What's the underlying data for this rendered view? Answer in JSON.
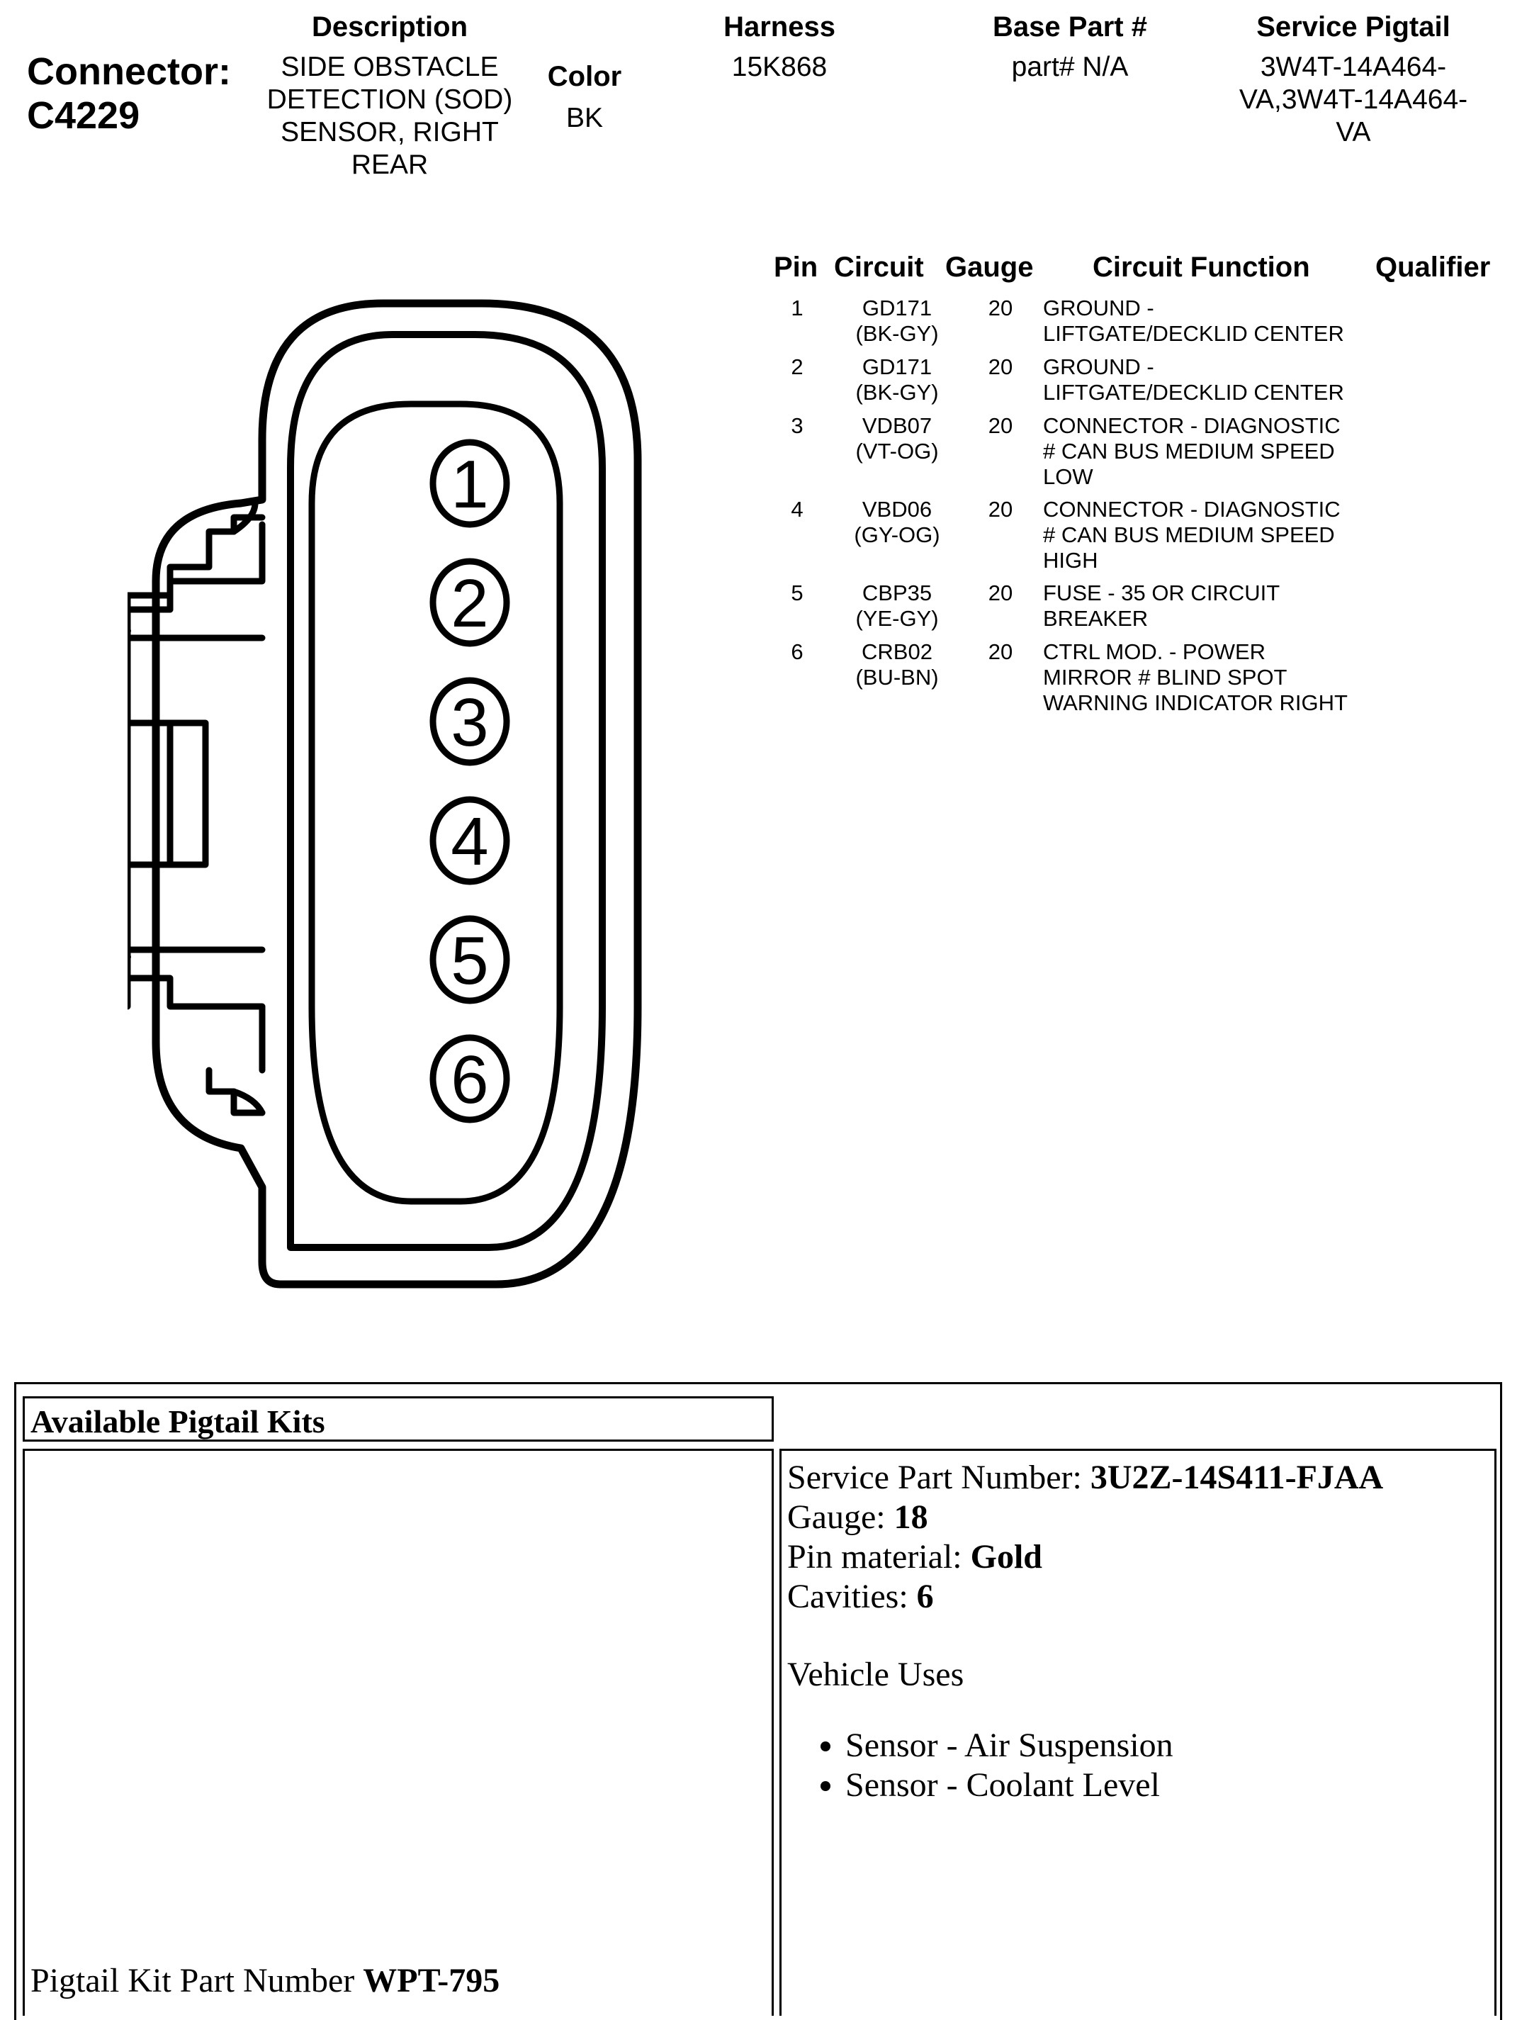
{
  "connector": {
    "label": "Connector:",
    "id": "C4229"
  },
  "headers": {
    "description": "Description",
    "color": "Color",
    "harness": "Harness",
    "base_part": "Base Part #",
    "service_pigtail": "Service Pigtail"
  },
  "values": {
    "description_lines": [
      "SIDE OBSTACLE",
      "DETECTION (SOD)",
      "SENSOR, RIGHT",
      "REAR"
    ],
    "color": "BK",
    "harness": "15K868",
    "base_part": "part# N/A",
    "service_pigtail_lines": [
      "3W4T-14A464-",
      "VA,3W4T-14A464-",
      "VA"
    ]
  },
  "pin_table": {
    "headers": {
      "pin": "Pin",
      "circuit": "Circuit",
      "gauge": "Gauge",
      "function": "Circuit Function",
      "qualifier": "Qualifier"
    },
    "rows": [
      {
        "pin": "1",
        "circuit": [
          "GD171",
          "(BK-GY)"
        ],
        "gauge": "20",
        "function": [
          "GROUND -",
          "LIFTGATE/DECKLID CENTER"
        ],
        "qualifier": ""
      },
      {
        "pin": "2",
        "circuit": [
          "GD171",
          "(BK-GY)"
        ],
        "gauge": "20",
        "function": [
          "GROUND -",
          "LIFTGATE/DECKLID CENTER"
        ],
        "qualifier": ""
      },
      {
        "pin": "3",
        "circuit": [
          "VDB07",
          "(VT-OG)"
        ],
        "gauge": "20",
        "function": [
          "CONNECTOR - DIAGNOSTIC",
          "# CAN BUS MEDIUM SPEED",
          "LOW"
        ],
        "qualifier": ""
      },
      {
        "pin": "4",
        "circuit": [
          "VBD06",
          "(GY-OG)"
        ],
        "gauge": "20",
        "function": [
          "CONNECTOR - DIAGNOSTIC",
          "# CAN BUS MEDIUM SPEED",
          "HIGH"
        ],
        "qualifier": ""
      },
      {
        "pin": "5",
        "circuit": [
          "CBP35",
          "(YE-GY)"
        ],
        "gauge": "20",
        "function": [
          "FUSE - 35 OR CIRCUIT",
          "BREAKER"
        ],
        "qualifier": ""
      },
      {
        "pin": "6",
        "circuit": [
          "CRB02",
          "(BU-BN)"
        ],
        "gauge": "20",
        "function": [
          "CTRL MOD. - POWER",
          "MIRROR # BLIND SPOT",
          "WARNING INDICATOR RIGHT"
        ],
        "qualifier": ""
      }
    ]
  },
  "diagram": {
    "pin_numbers": [
      "1",
      "2",
      "3",
      "4",
      "5",
      "6"
    ]
  },
  "pigtail_kits": {
    "title": "Available Pigtail Kits",
    "service_part_label": "Service Part Number: ",
    "service_part_value": "3U2Z-14S411-FJAA",
    "gauge_label": "Gauge: ",
    "gauge_value": "18",
    "pin_material_label": "Pin material: ",
    "pin_material_value": "Gold",
    "cavities_label": "Cavities: ",
    "cavities_value": "6",
    "vehicle_uses_label": "Vehicle Uses",
    "vehicle_uses": [
      "Sensor - Air Suspension",
      "Sensor - Coolant Level"
    ],
    "kit_part_label": "Pigtail Kit Part Number ",
    "kit_part_value": "WPT-795"
  }
}
